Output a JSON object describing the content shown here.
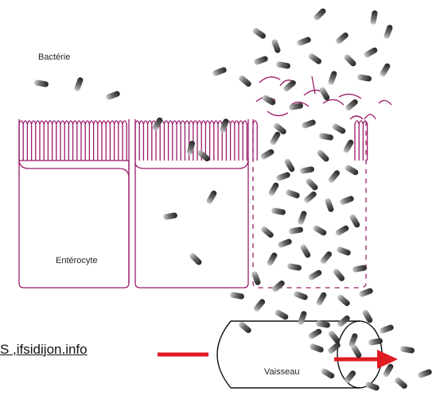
{
  "labels": {
    "bacteria": "Bactérie",
    "enterocyte": "Entérocyte",
    "vessel": "Vaisseau"
  },
  "source_link": "S ,ifsidijon.info",
  "colors": {
    "membrane": "#9b1b6a",
    "bacteria": "#444444",
    "arrow": "#e01b24",
    "outline": "#111111"
  }
}
